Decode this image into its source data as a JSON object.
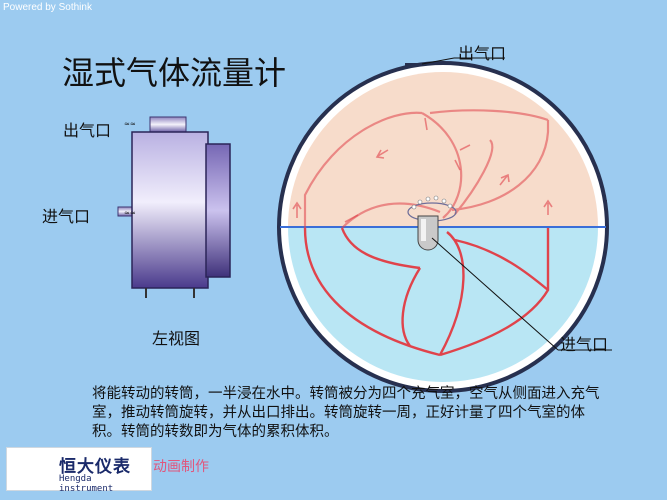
{
  "powered_by": "Powered by Sothink",
  "title": "湿式气体流量计",
  "side_view": {
    "outlet_label": "出气口",
    "inlet_label": "进气口",
    "caption": "左视图"
  },
  "main_view": {
    "outlet_label": "出气口",
    "inlet_label": "进气口"
  },
  "description": "将能转动的转筒，一半浸在水中。转筒被分为四个充气室，空气从侧面进入充气室，推动转筒旋转，并从出口排出。转筒旋转一周，正好计量了四个气室的体积。转筒的转数即为气体的累积体积。",
  "logo": {
    "name": "恒大仪表",
    "english": "Hengda instrument"
  },
  "credit": "动画制作",
  "colors": {
    "background": "#9ccbf0",
    "gas": "#f7dccb",
    "water": "#b9e6f4",
    "partition": "#e0434b",
    "casing": "#27304f",
    "cylinder": "#6a58a8"
  }
}
